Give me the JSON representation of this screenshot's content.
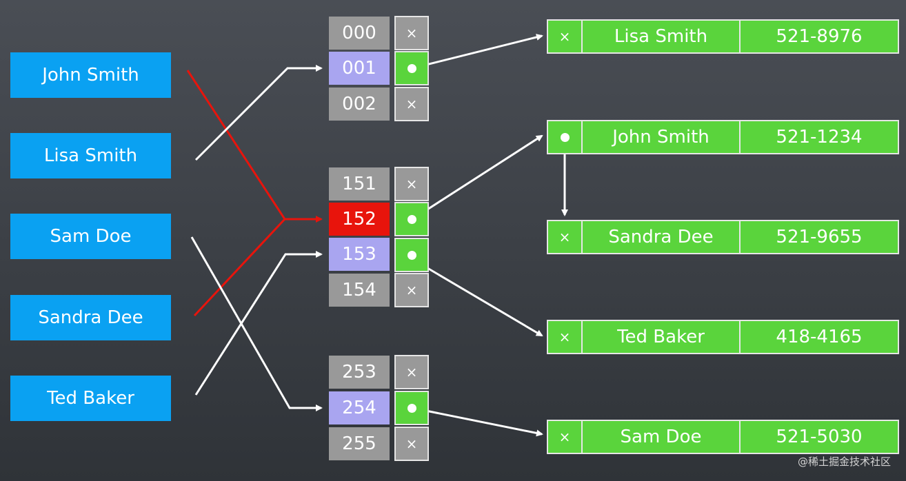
{
  "keys": [
    "John Smith",
    "Lisa Smith",
    "Sam Doe",
    "Sandra Dee",
    "Ted Baker"
  ],
  "bucket_groups": [
    {
      "buckets": [
        "000",
        "001",
        "002"
      ]
    },
    {
      "buckets": [
        "151",
        "152",
        "153",
        "154"
      ]
    },
    {
      "buckets": [
        "253",
        "254",
        "255"
      ]
    }
  ],
  "null_symbol": "×",
  "entries": [
    {
      "name": "Lisa Smith",
      "phone": "521-8976"
    },
    {
      "name": "John Smith",
      "phone": "521-1234"
    },
    {
      "name": "Sandra Dee",
      "phone": "521-9655"
    },
    {
      "name": "Ted Baker",
      "phone": "418-4165"
    },
    {
      "name": "Sam Doe",
      "phone": "521-5030"
    }
  ],
  "colors": {
    "key_box": "#0aa1f2",
    "bucket_default": "#999999",
    "bucket_used": "#a9a5f0",
    "bucket_collision": "#e8140c",
    "entry": "#5ad43c",
    "arrow": "#ffffff",
    "collision_line": "#e8140c"
  },
  "watermark": "@稀土掘金技术社区"
}
